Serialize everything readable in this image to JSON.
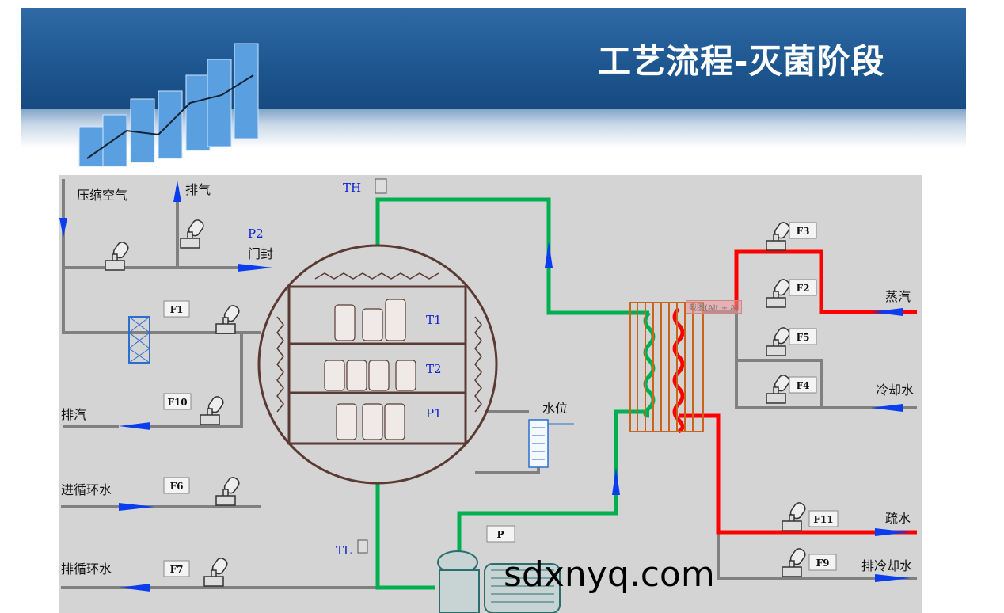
{
  "header": {
    "title": "工艺流程-灭菌阶段"
  },
  "labels": {
    "compressed_air": "压缩空气",
    "exhaust_top": "排气",
    "p2": "P2",
    "door_seal": "门封",
    "exhaust_steam": "排汽",
    "inlet_circ": "进循环水",
    "outlet_circ": "排循环水",
    "th": "TH",
    "tl": "TL",
    "t1": "T1",
    "t2": "T2",
    "p1": "P1",
    "water_level": "水位",
    "steam": "蒸汽",
    "cooling_water": "冷却水",
    "drain": "疏水",
    "outlet_cooling": "排冷却水"
  },
  "valves": {
    "f1": "F1",
    "f2": "F2",
    "f3": "F3",
    "f4": "F4",
    "f5": "F5",
    "f6": "F6",
    "f7": "F7",
    "f9": "F9",
    "f10": "F10",
    "f11": "F11",
    "pump": "P"
  },
  "tooltip": "截图(Alt + A)",
  "watermark": "sdxnyq.com",
  "colors": {
    "hot": "#ff0000",
    "circulation": "#00b050",
    "pipe": "#808080",
    "arrow": "#0a3cf0"
  }
}
